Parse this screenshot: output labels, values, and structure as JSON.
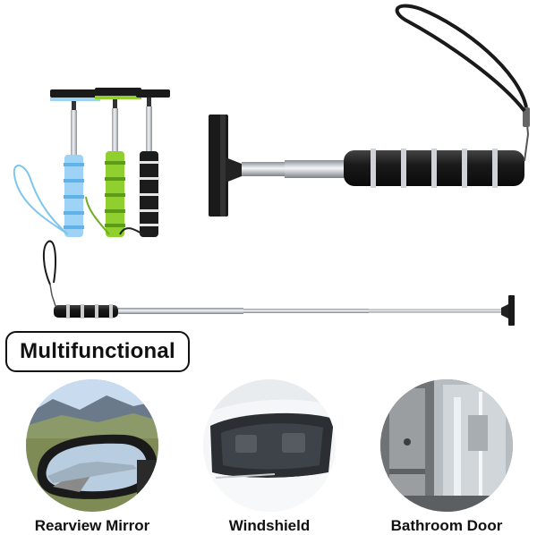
{
  "badge": {
    "label": "Multifunctional"
  },
  "uses": [
    {
      "caption": "Rearview Mirror",
      "icon": "rearview-mirror-photo"
    },
    {
      "caption": "Windshield",
      "icon": "windshield-photo"
    },
    {
      "caption": "Bathroom Door",
      "icon": "bathroom-door-photo"
    }
  ],
  "colors": {
    "handle_blue": "#9fd3f5",
    "handle_green": "#8fd02e",
    "handle_black": "#1c1c1c",
    "steel": "#c9cdd2"
  }
}
